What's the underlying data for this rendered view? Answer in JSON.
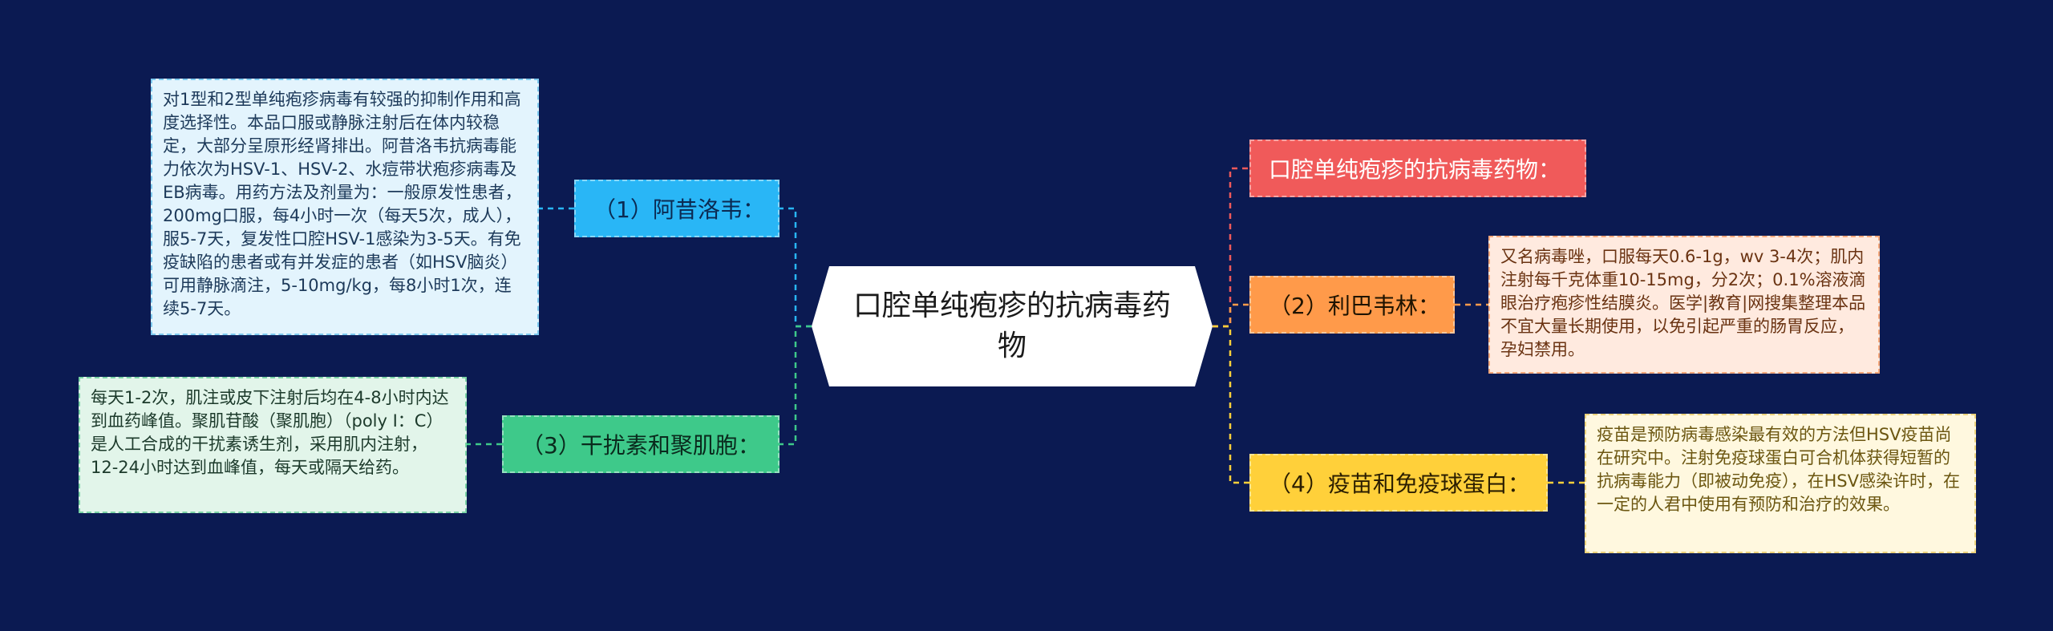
{
  "center": {
    "title": "口腔单纯疱疹的抗病毒药物"
  },
  "branches": {
    "red": {
      "label": "口腔单纯疱疹的抗病毒药物：",
      "color": "#f05a5a"
    },
    "blue": {
      "label": "（1）阿昔洛韦：",
      "color": "#29b6f6"
    },
    "orange": {
      "label": "（2）利巴韦林：",
      "color": "#ff9a4a"
    },
    "green": {
      "label": "（3）干扰素和聚肌胞：",
      "color": "#3ec98a"
    },
    "yellow": {
      "label": "（4）疫苗和免疫球蛋白：",
      "color": "#ffd03a"
    }
  },
  "leaves": {
    "blue": {
      "text": "对1型和2型单纯疱疹病毒有较强的抑制作用和高度选择性。本品口服或静脉注射后在体内较稳定，大部分呈原形经肾排出。阿昔洛韦抗病毒能力依次为HSV-1、HSV-2、水痘带状疱疹病毒及EB病毒。用药方法及剂量为：一般原发性患者，200mg口服，每4小时一次（每天5次，成人），服5-7天，复发性口腔HSV-1感染为3-5天。有免疫缺陷的患者或有并发症的患者（如HSV脑炎）可用静脉滴注，5-10mg/kg，每8小时1次，连续5-7天。"
    },
    "green": {
      "text": "每天1-2次，肌注或皮下注射后均在4-8小时内达到血药峰值。聚肌苷酸（聚肌胞）（poly I：C）是人工合成的干扰素诱生剂，采用肌内注射，12-24小时达到血峰值，每天或隔天给药。"
    },
    "orange": {
      "text": "又名病毒唑，口服每天0.6-1g，wv 3-4次；肌内注射每千克体重10-15mg，分2次；0.1%溶液滴眼治疗疱疹性结膜炎。医学|教育|网搜集整理本品不宜大量长期使用，以免引起严重的肠胃反应，孕妇禁用。"
    },
    "yellow": {
      "text": "疫苗是预防病毒感染最有效的方法但HSV疫苗尚在研究中。注射免疫球蛋白可合机体获得短暂的抗病毒能力（即被动免疫），在HSV感染许时，在一定的人君中使用有预防和治疗的效果。"
    }
  }
}
